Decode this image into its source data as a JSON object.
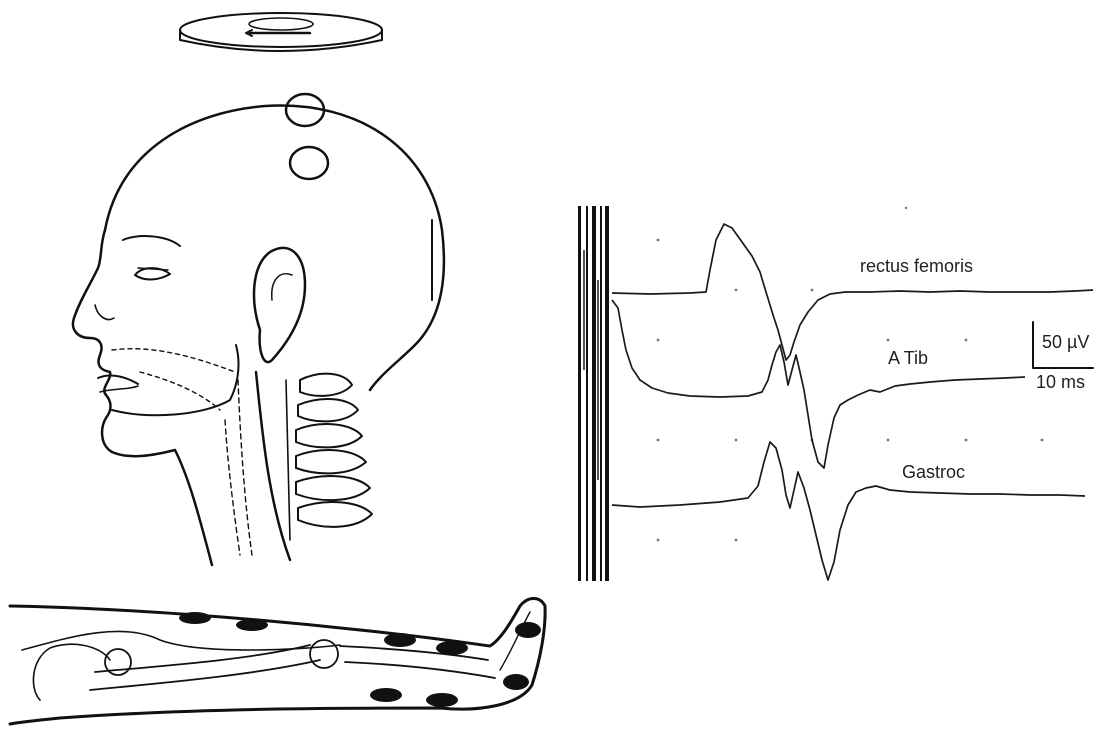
{
  "traces": {
    "rectus_femoris": "rectus femoris",
    "a_tib": "A Tib",
    "gastroc": "Gastroc"
  },
  "scale_bar": {
    "amplitude": "50 µV",
    "time": "10 ms"
  }
}
